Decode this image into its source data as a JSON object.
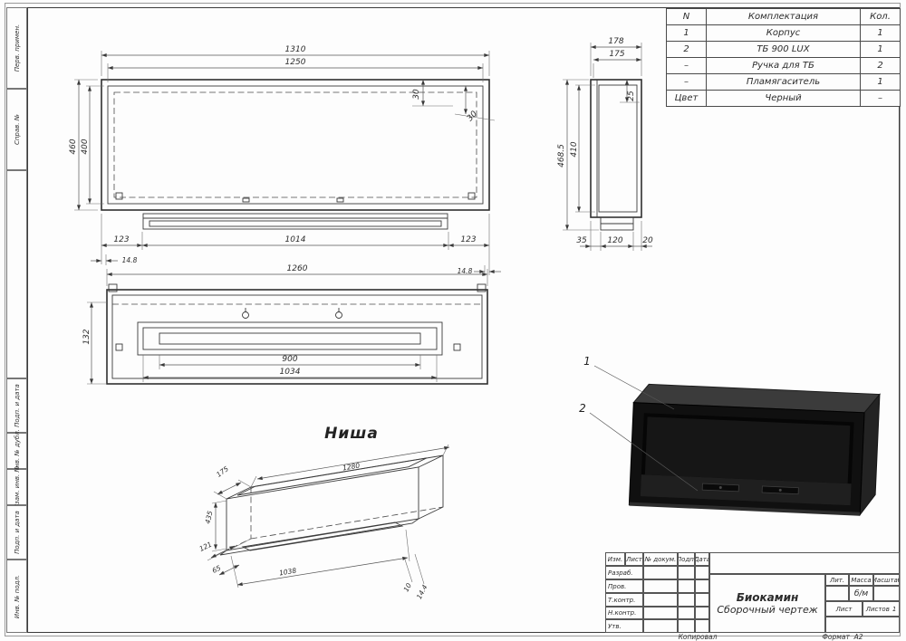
{
  "sheet": {
    "copied_label": "Копировал",
    "format_label": "Формат",
    "format_value": "А2"
  },
  "left_margin": {
    "fields": [
      "Перв. примен.",
      "Справ. №",
      "Подп. и дата",
      "Инв. № дубл.",
      "Взам. инв. №",
      "Подп. и дата",
      "Инв. № подл."
    ]
  },
  "parts_table": {
    "col_num": "N",
    "col_name": "Комплектация",
    "col_qty": "Кол.",
    "rows": [
      {
        "num": "1",
        "name": "Корпус",
        "qty": "1"
      },
      {
        "num": "2",
        "name": "ТБ 900 LUX",
        "qty": "1"
      },
      {
        "num": "–",
        "name": "Ручка для ТБ",
        "qty": "2"
      },
      {
        "num": "–",
        "name": "Пламягаситель",
        "qty": "1"
      },
      {
        "num": "Цвет",
        "name": "Черный",
        "qty": "–"
      }
    ]
  },
  "views": {
    "front": {
      "w_outer": "1310",
      "w_inner": "1250",
      "h_outer": "460",
      "h_inner": "400",
      "top_inset_a": "30",
      "top_inset_b": "30",
      "bottom_left": "123",
      "bottom_mid": "1014",
      "bottom_right": "123",
      "flange_left": "14.8",
      "flange_right": "14.8"
    },
    "side": {
      "w_outer": "178",
      "w_inner": "175",
      "h_outer": "468.5",
      "h_inner": "410",
      "top_inset": "25",
      "bottom_a": "35",
      "bottom_b": "120",
      "bottom_c": "20"
    },
    "plan": {
      "width": "1260",
      "depth": "132",
      "inner_a": "900",
      "inner_b": "1034"
    },
    "iso": {
      "title": "Ниша",
      "depth_top": "175",
      "width_top": "1280",
      "height": "435",
      "depth_bottom": "121",
      "offset_bottom": "65",
      "width_bottom": "1038",
      "dim_a": "10",
      "dim_b": "14.4"
    },
    "render": {
      "callout_1": "1",
      "callout_2": "2"
    }
  },
  "title_block": {
    "cols": [
      "Изм.",
      "Лист",
      "№ докум.",
      "Подп.",
      "Дата"
    ],
    "rows": [
      "Разраб.",
      "Пров.",
      "Т.контр.",
      "Н.контр.",
      "Утв."
    ],
    "title_line1": "Биокамин",
    "title_line2": "Сборочный чертеж",
    "lit": "Лит.",
    "mass": "Масса",
    "scale": "Масштаб",
    "mass_value": "б/м",
    "sheet": "Лист",
    "sheets": "Листов",
    "sheets_value": "1"
  }
}
